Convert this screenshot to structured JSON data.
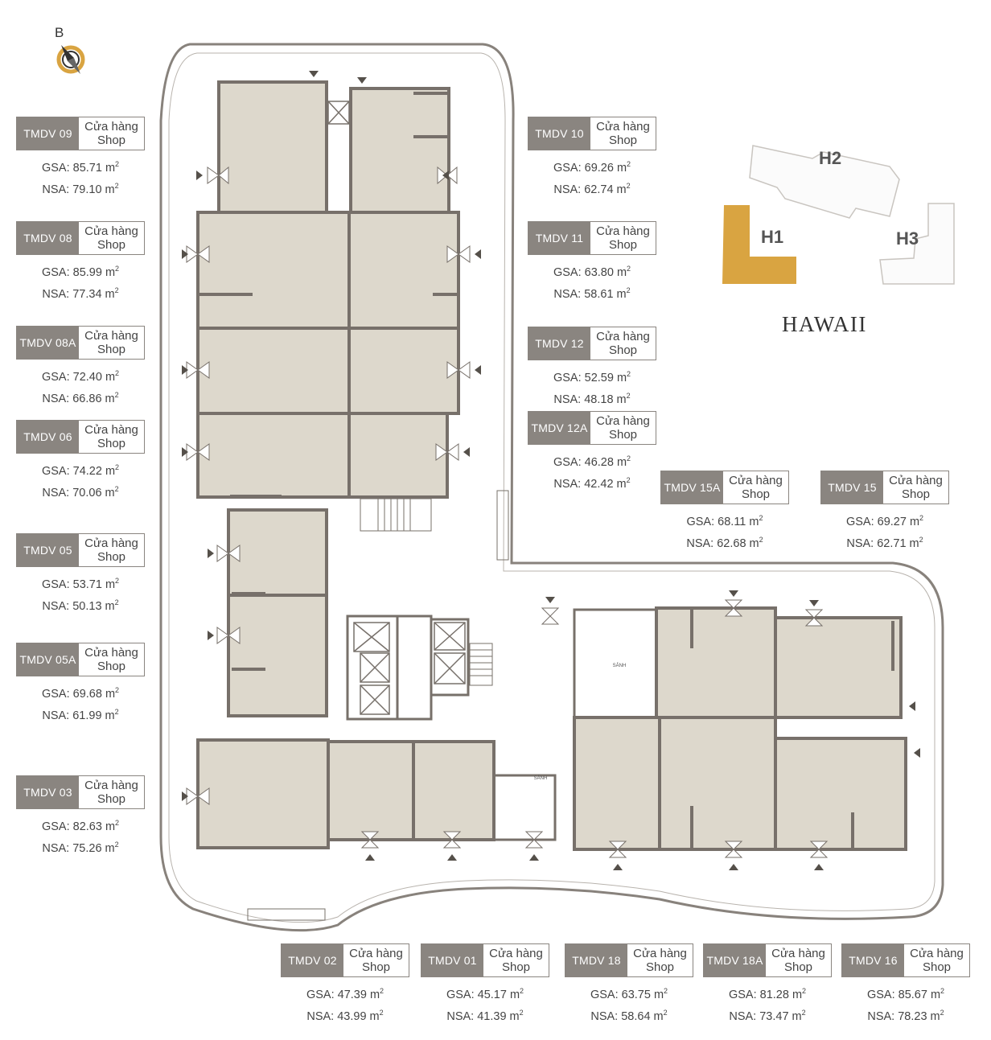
{
  "compass": {
    "letter": "B"
  },
  "key_plan": {
    "site_name": "HAWAII",
    "buildings": [
      {
        "label": "H1",
        "highlighted": true
      },
      {
        "label": "H2",
        "highlighted": false
      },
      {
        "label": "H3",
        "highlighted": false
      }
    ],
    "highlight_color": "#d9a441"
  },
  "plan_labels": {
    "lobby_1": "SẢNH",
    "lobby_2": "SẢNH"
  },
  "colors": {
    "unit_fill": "#ddd8cc",
    "wall": "#77706a",
    "tag_bg": "#8a8580"
  },
  "units": [
    {
      "code": "TMDV 09",
      "type_vi": "Cửa hàng",
      "type_en": "Shop",
      "gsa": "GSA: 85.71 m",
      "nsa": "NSA: 79.10 m"
    },
    {
      "code": "TMDV 08",
      "type_vi": "Cửa hàng",
      "type_en": "Shop",
      "gsa": "GSA: 85.99 m",
      "nsa": "NSA: 77.34 m"
    },
    {
      "code": "TMDV 08A",
      "type_vi": "Cửa hàng",
      "type_en": "Shop",
      "gsa": "GSA: 72.40 m",
      "nsa": "NSA: 66.86 m"
    },
    {
      "code": "TMDV 06",
      "type_vi": "Cửa hàng",
      "type_en": "Shop",
      "gsa": "GSA: 74.22 m",
      "nsa": "NSA: 70.06 m"
    },
    {
      "code": "TMDV 05",
      "type_vi": "Cửa hàng",
      "type_en": "Shop",
      "gsa": "GSA: 53.71 m",
      "nsa": "NSA: 50.13 m"
    },
    {
      "code": "TMDV 05A",
      "type_vi": "Cửa hàng",
      "type_en": "Shop",
      "gsa": "GSA: 69.68 m",
      "nsa": "NSA: 61.99 m"
    },
    {
      "code": "TMDV 03",
      "type_vi": "Cửa hàng",
      "type_en": "Shop",
      "gsa": "GSA: 82.63 m",
      "nsa": "NSA: 75.26 m"
    },
    {
      "code": "TMDV 10",
      "type_vi": "Cửa hàng",
      "type_en": "Shop",
      "gsa": "GSA: 69.26 m",
      "nsa": "NSA: 62.74 m"
    },
    {
      "code": "TMDV 11",
      "type_vi": "Cửa hàng",
      "type_en": "Shop",
      "gsa": "GSA: 63.80 m",
      "nsa": "NSA: 58.61 m"
    },
    {
      "code": "TMDV 12",
      "type_vi": "Cửa hàng",
      "type_en": "Shop",
      "gsa": "GSA: 52.59 m",
      "nsa": "NSA: 48.18 m"
    },
    {
      "code": "TMDV 12A",
      "type_vi": "Cửa hàng",
      "type_en": "Shop",
      "gsa": "GSA: 46.28 m",
      "nsa": "NSA: 42.42 m"
    },
    {
      "code": "TMDV 15A",
      "type_vi": "Cửa hàng",
      "type_en": "Shop",
      "gsa": "GSA: 68.11 m",
      "nsa": "NSA: 62.68 m"
    },
    {
      "code": "TMDV 15",
      "type_vi": "Cửa hàng",
      "type_en": "Shop",
      "gsa": "GSA: 69.27 m",
      "nsa": "NSA: 62.71 m"
    },
    {
      "code": "TMDV 02",
      "type_vi": "Cửa hàng",
      "type_en": "Shop",
      "gsa": "GSA: 47.39 m",
      "nsa": "NSA: 43.99 m"
    },
    {
      "code": "TMDV 01",
      "type_vi": "Cửa hàng",
      "type_en": "Shop",
      "gsa": "GSA: 45.17 m",
      "nsa": "NSA: 41.39 m"
    },
    {
      "code": "TMDV 18",
      "type_vi": "Cửa hàng",
      "type_en": "Shop",
      "gsa": "GSA: 63.75 m",
      "nsa": "NSA: 58.64 m"
    },
    {
      "code": "TMDV 18A",
      "type_vi": "Cửa hàng",
      "type_en": "Shop",
      "gsa": "GSA: 81.28 m",
      "nsa": "NSA: 73.47 m"
    },
    {
      "code": "TMDV 16",
      "type_vi": "Cửa hàng",
      "type_en": "Shop",
      "gsa": "GSA: 85.67 m",
      "nsa": "NSA: 78.23 m"
    }
  ]
}
